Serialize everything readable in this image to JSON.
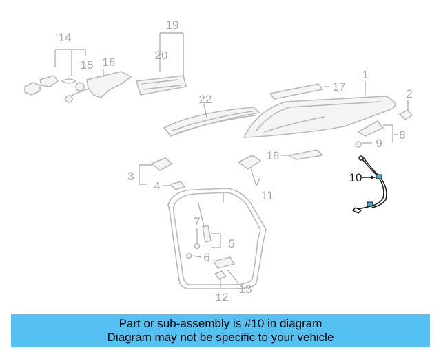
{
  "diagram": {
    "callouts": [
      "1",
      "2",
      "3",
      "4",
      "5",
      "6",
      "7",
      "8",
      "9",
      "10",
      "11",
      "12",
      "13",
      "14",
      "15",
      "16",
      "17",
      "18",
      "19",
      "20",
      "22"
    ],
    "highlighted_part": "10",
    "colors": {
      "highlight": "#111111",
      "muted": "#b9b9b9",
      "cable_accent": "#4aa8d8"
    }
  },
  "banner": {
    "line1": "Part or sub-assembly is #10 in diagram",
    "line2": "Diagram may not be specific to your vehicle",
    "background": "#55c1f2"
  }
}
